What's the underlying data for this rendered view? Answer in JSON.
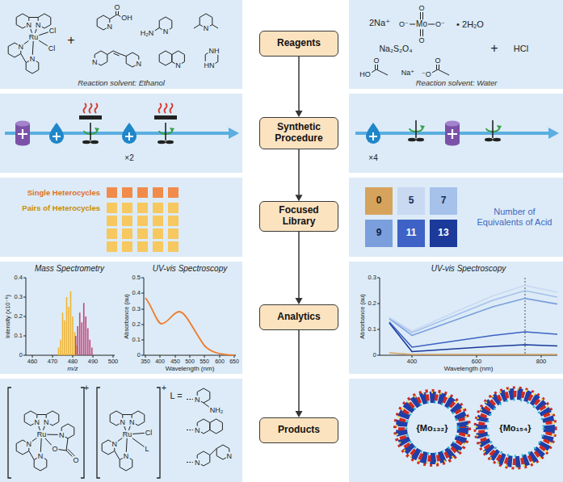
{
  "diagram": {
    "nodes": [
      {
        "text": [
          "Reaction solvent: Ethanol"
        ]
      },
      {
        "text": [
          "Reagents"
        ]
      },
      {
        "text": [
          "Reaction solvent: Water"
        ]
      },
      {
        "text": [
          "×2"
        ]
      },
      {
        "text": [
          "Synthetic Procedure"
        ]
      },
      {
        "text": [
          "×4"
        ]
      },
      {
        "text": [
          "Single Heterocycles",
          "Pairs of Heterocycles"
        ]
      },
      {
        "text": [
          "Focused Library"
        ]
      },
      {
        "text": [
          "Number of Equivalents of Acid"
        ]
      },
      {
        "text": [
          "0"
        ],
        "in": 8
      },
      {
        "text": [
          "5"
        ],
        "in": 8
      },
      {
        "text": [
          "7"
        ],
        "in": 8
      },
      {
        "text": [
          "9"
        ],
        "in": 8
      },
      {
        "text": [
          "11"
        ],
        "in": 8
      },
      {
        "text": [
          "13"
        ],
        "in": 8
      },
      {
        "text": [
          "Mass Spectrometry",
          "UV-vis Spectroscopy"
        ]
      },
      {
        "text": [
          "Analytics"
        ]
      },
      {
        "text": [
          "UV-vis Spectroscopy"
        ]
      },
      {
        "text": [
          "L ="
        ]
      },
      {
        "text": [
          "Products"
        ]
      },
      {
        "text": [
          "{Mo₁₃₂}",
          "{Mo₁₅₄}"
        ]
      }
    ],
    "edges": [
      {
        "from": 1,
        "to": 4,
        "arrow": "to"
      },
      {
        "from": 4,
        "to": 7,
        "arrow": "to"
      },
      {
        "from": 7,
        "to": 16,
        "arrow": "to"
      },
      {
        "from": 16,
        "to": 19,
        "arrow": "to"
      }
    ],
    "labels": [
      "Ru",
      "N",
      "N",
      "N",
      "N",
      "Cl",
      "Cl",
      "+",
      "N",
      "O",
      "OH",
      "H₂N",
      "N",
      "N",
      "N",
      "N",
      "N",
      "NH",
      "HN",
      "2Na⁺",
      "O",
      "O⁻",
      "Mo",
      "O⁻",
      "O",
      "• 2H₂O",
      "Na₂S₂O₄",
      "+",
      "HCl",
      "HO",
      "O",
      "Na⁺",
      "⁻O",
      "O",
      "Intensity (x10⁻⁶)",
      "0.4",
      "0.3",
      "0.2",
      "0.1",
      "0",
      "460",
      "470",
      "480",
      "490",
      "500",
      "m/z",
      "Absorbance (au)",
      "0.5",
      "0.4",
      "0.3",
      "0.2",
      "0.1",
      "0",
      "350",
      "400",
      "450",
      "500",
      "550",
      "600",
      "650",
      "Wavelength (nm)",
      "Absorbance (au)",
      "0.3",
      "0.2",
      "0.1",
      "0",
      "400",
      "600",
      "800",
      "Wavelength (nm)",
      "+",
      "Ru",
      "N",
      "N",
      "N",
      "N",
      "N",
      "O",
      "O",
      "+",
      "Ru",
      "N",
      "N",
      "N",
      "N",
      "Cl",
      "L",
      "N",
      "NH₂",
      "N",
      "N",
      "N"
    ]
  }
}
